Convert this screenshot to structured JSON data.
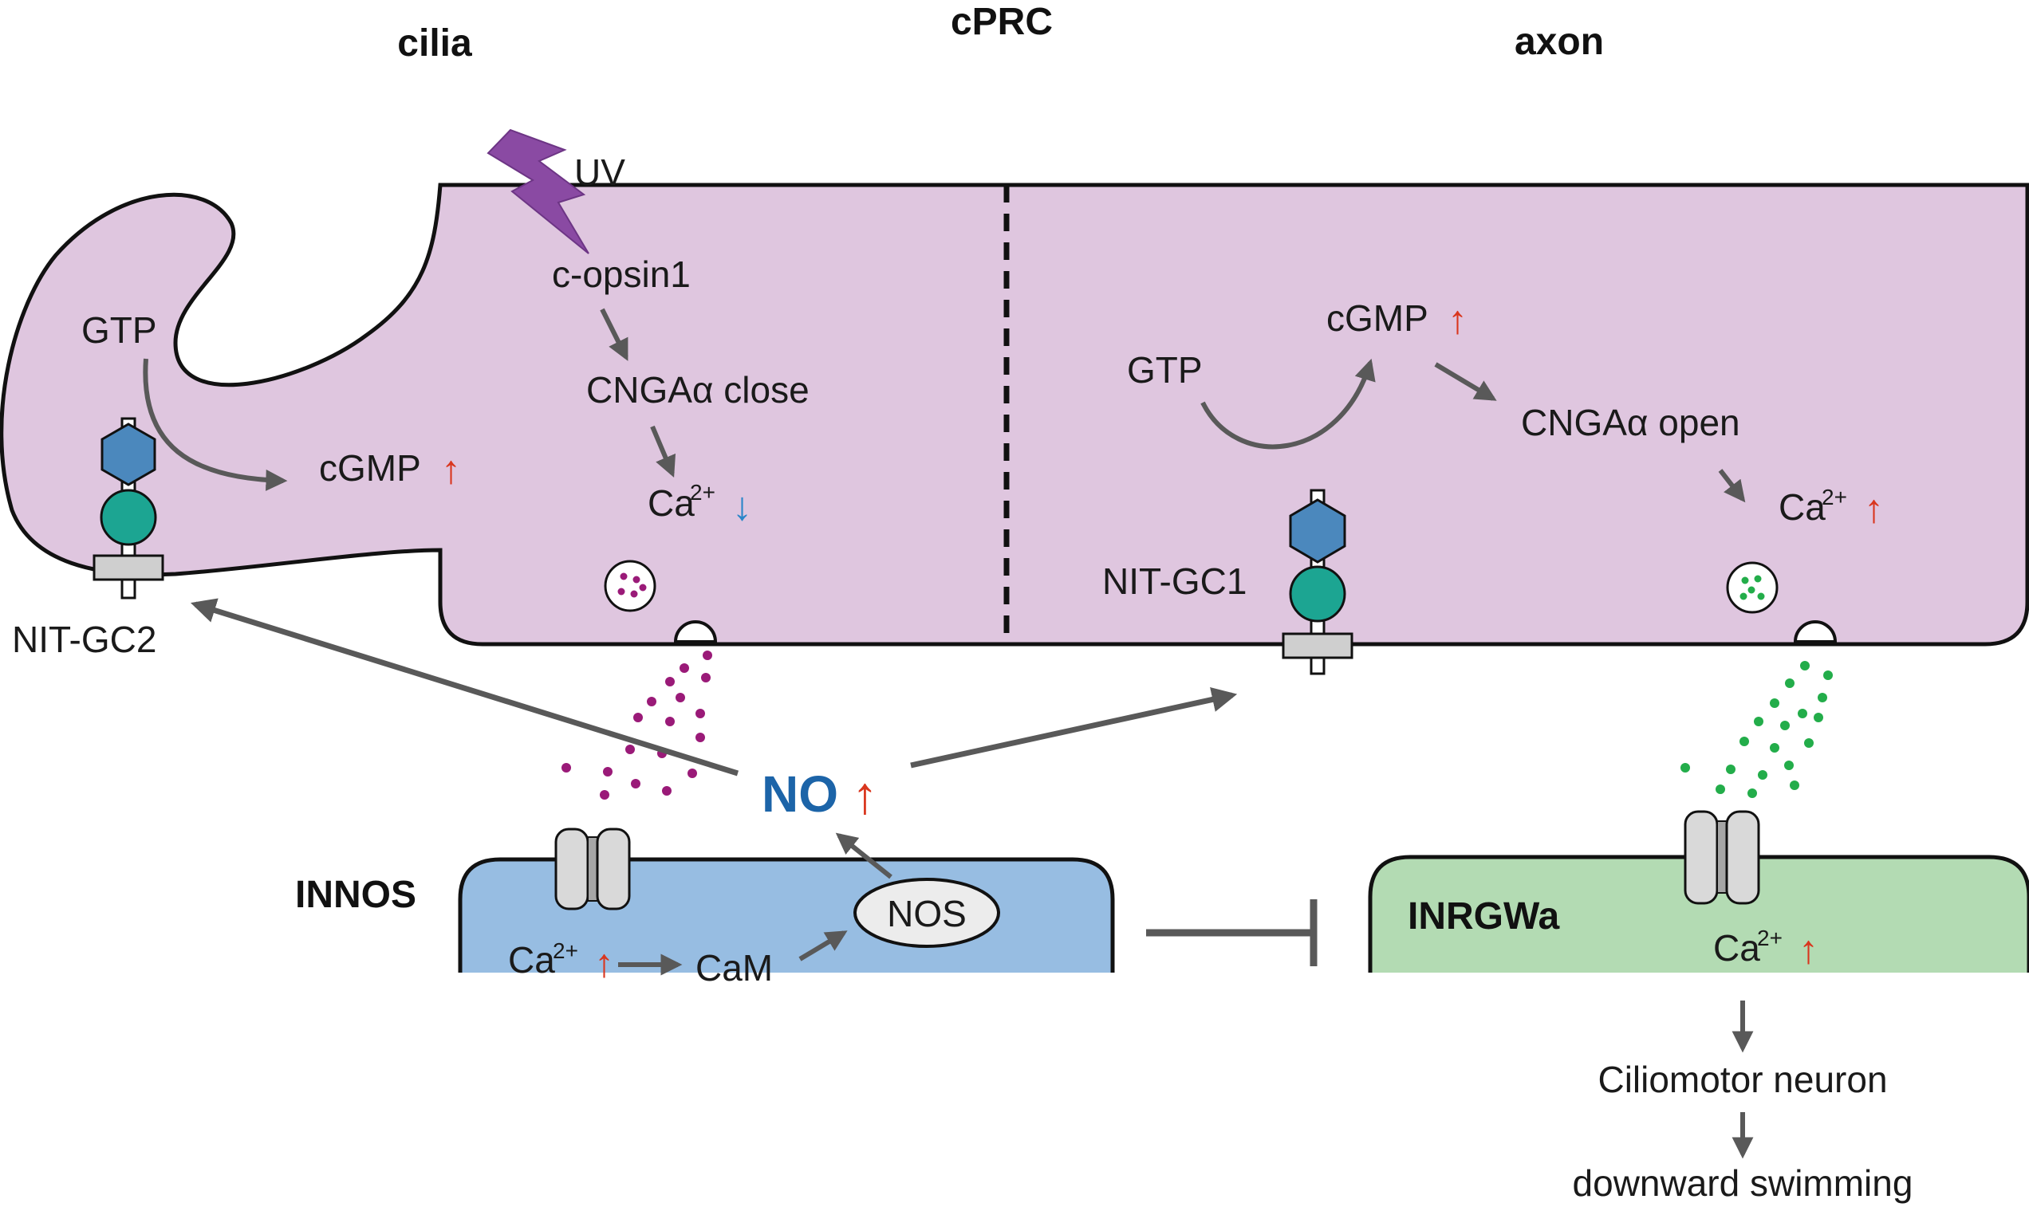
{
  "colors": {
    "cell_fill": "#dfc6df",
    "innos_fill": "#97bde2",
    "inrgwa_fill": "#b3dbb3",
    "arrow_gray": "#595959",
    "up_red": "#d9361e",
    "down_blue": "#2a86c9",
    "no_blue": "#1c64a8",
    "uv_purple": "#8a4aa3",
    "hexagon_blue": "#4b88bd",
    "circle_teal": "#1ca592",
    "dot_purple": "#9a1a78",
    "dot_green": "#23ad4a",
    "channel_gray": "#d9d9d9"
  },
  "header": {
    "cilia": "cilia",
    "cprc": "cPRC",
    "axon": "axon"
  },
  "cilia": {
    "uv": "UV",
    "copsin": "c-opsin1",
    "cnga_close": "CNGAα close",
    "ca_base": "Ca",
    "ca_sup": "2+",
    "arrow_down": "↓",
    "gtp": "GTP",
    "cgmp": "cGMP",
    "arrow_up": "↑",
    "nitgc2": "NIT-GC2"
  },
  "axon": {
    "gtp": "GTP",
    "cgmp": "cGMP",
    "arrow_up": "↑",
    "cnga_open": "CNGAα open",
    "ca_base": "Ca",
    "ca_sup": "2+",
    "ca_arrow": "↑",
    "nitgc1": "NIT-GC1"
  },
  "no_signal": {
    "no": "NO",
    "arrow_up": "↑"
  },
  "innos": {
    "name": "INNOS",
    "ca_base": "Ca",
    "ca_sup": "2+",
    "ca_arrow": "↑",
    "cam": "CaM",
    "nos": "NOS"
  },
  "inrgwa": {
    "name": "INRGWa",
    "ca_base": "Ca",
    "ca_sup": "2+",
    "ca_arrow": "↑"
  },
  "outputs": {
    "ciliomotor": "Ciliomotor neuron",
    "swimming": "downward swimming"
  }
}
